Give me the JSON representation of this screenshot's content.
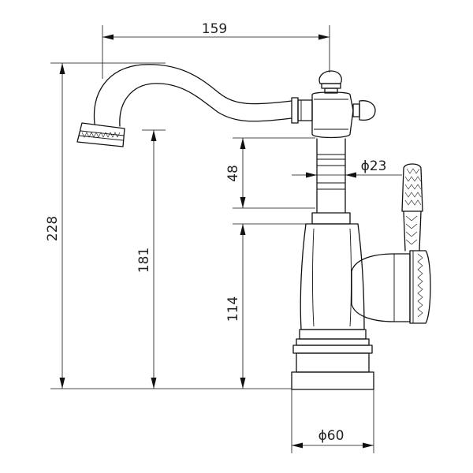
{
  "dimensions": {
    "spout_reach": "159",
    "total_height": "228",
    "outlet_height": "181",
    "handle_offset": "48",
    "body_height": "114",
    "handle_diameter": "ϕ23",
    "base_diameter": "ϕ60"
  },
  "colors": {
    "line": "#111111",
    "background": "#ffffff"
  }
}
